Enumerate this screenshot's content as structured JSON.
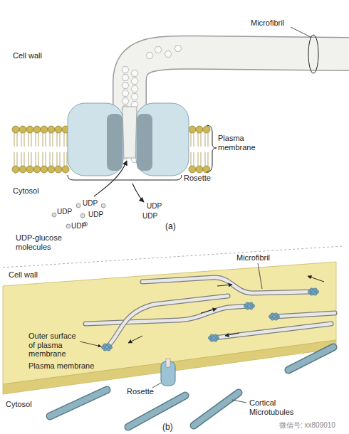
{
  "diagram": {
    "labels": [
      "Microfibril",
      "Cell wall",
      "Plasma membrane",
      "Cytosol",
      "Rosette",
      "UDP",
      "UDP",
      "UDP",
      "UDP",
      "UDP",
      "UDP",
      "UDP-glucose molecules",
      "(a)",
      "Microfibril",
      "Cell wall",
      "Outer surface of plasma membrane",
      "Plasma membrane",
      "Cytosol",
      "Rosette",
      "Cortical Microtubules",
      "(b)",
      "微信号: xx809010"
    ]
  }
}
